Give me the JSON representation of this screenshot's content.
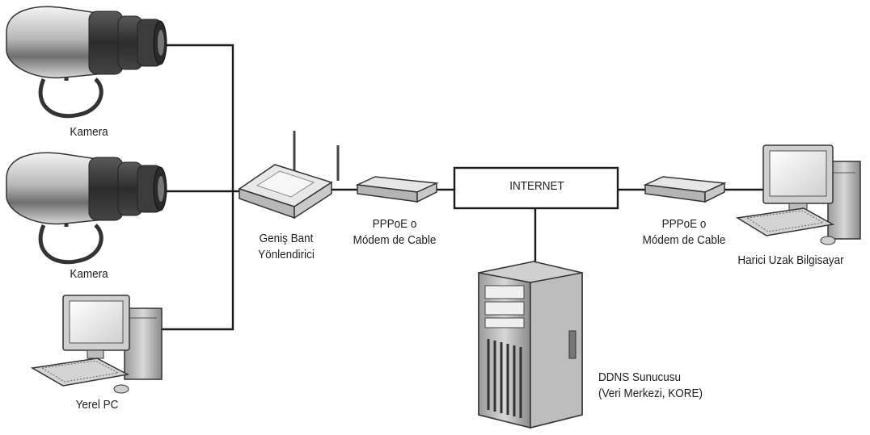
{
  "nodes": {
    "camera_top": {
      "label": "Kamera"
    },
    "camera_bottom": {
      "label": "Kamera"
    },
    "local_pc": {
      "label": "Yerel PC"
    },
    "router": {
      "label_line1": "Geniş Bant",
      "label_line2": "Yönlendirici"
    },
    "modem_left": {
      "label_line1": "PPPoE o",
      "label_line2": "Módem de Cable"
    },
    "internet": {
      "label": "INTERNET"
    },
    "modem_right": {
      "label_line1": "PPPoE o",
      "label_line2": "Módem de Cable"
    },
    "remote_pc": {
      "label": "Harici Uzak Bilgisayar"
    },
    "ddns_server": {
      "label_line1": "DDNS Sunucusu",
      "label_line2": "(Veri Merkezi, KORE)"
    }
  },
  "icons": {
    "camera": "cctv-camera-icon",
    "router": "wireless-router-icon",
    "modem": "modem-icon",
    "desktop": "desktop-computer-icon",
    "server": "server-tower-icon"
  },
  "colors": {
    "line": "#1a1a1a",
    "device_dark": "#3a3a3a",
    "device_light": "#e6e6e6"
  }
}
